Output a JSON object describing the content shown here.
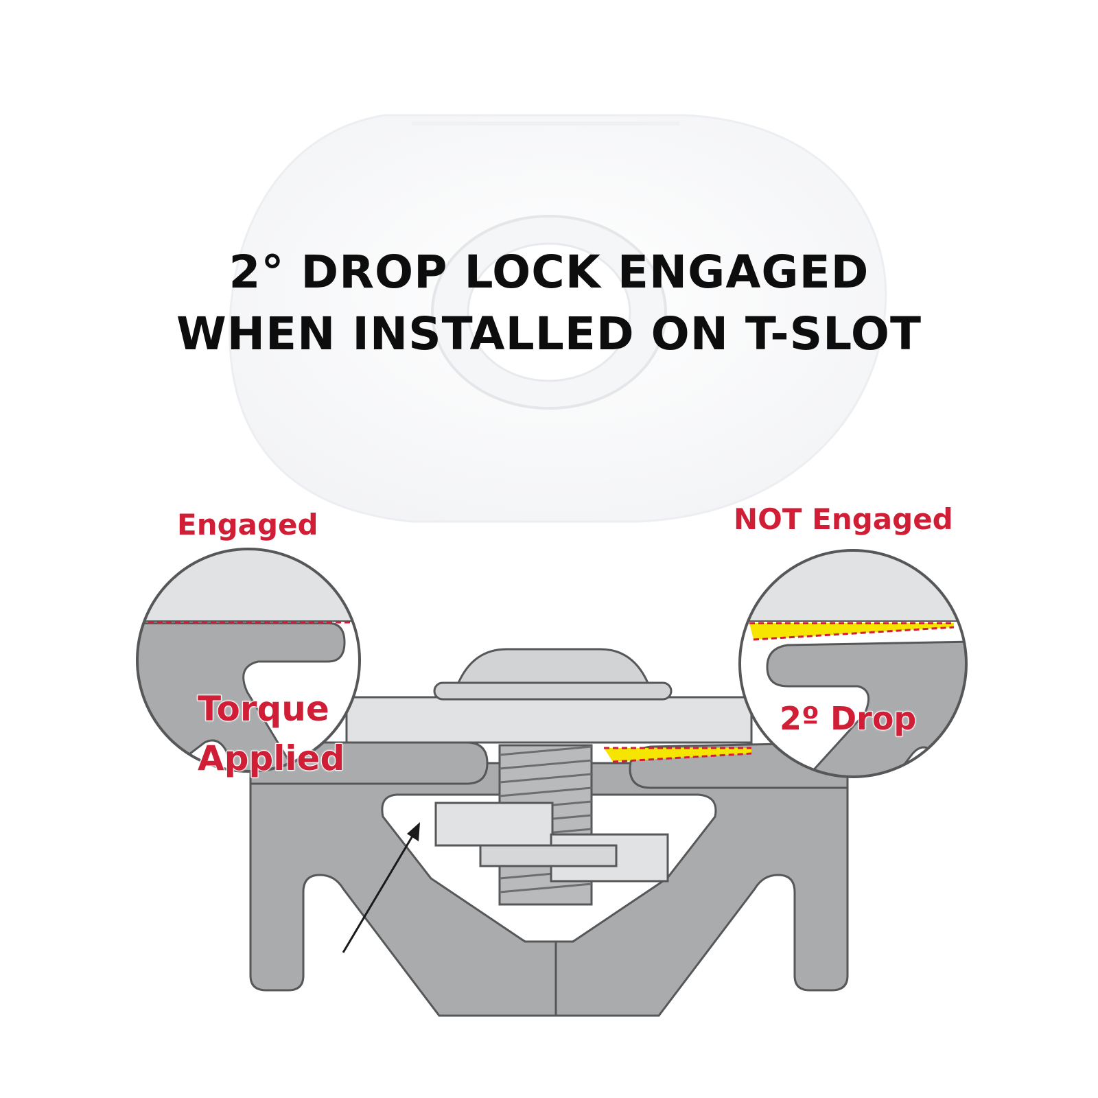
{
  "headline": {
    "line1": "2° DROP LOCK ENGAGED",
    "line2": "WHEN INSTALLED ON T-SLOT"
  },
  "labels": {
    "engaged": "Engaged",
    "not_engaged": "NOT Engaged"
  },
  "callouts": {
    "torque_line1": "Torque",
    "torque_line2": "Applied",
    "drop": "2º Drop"
  },
  "colors": {
    "accent_red": "#cf1e36",
    "highlight_yellow": "#f6e500",
    "profile_gray": "#a9abad",
    "plate_light": "#e1e2e3",
    "outline": "#555759"
  }
}
